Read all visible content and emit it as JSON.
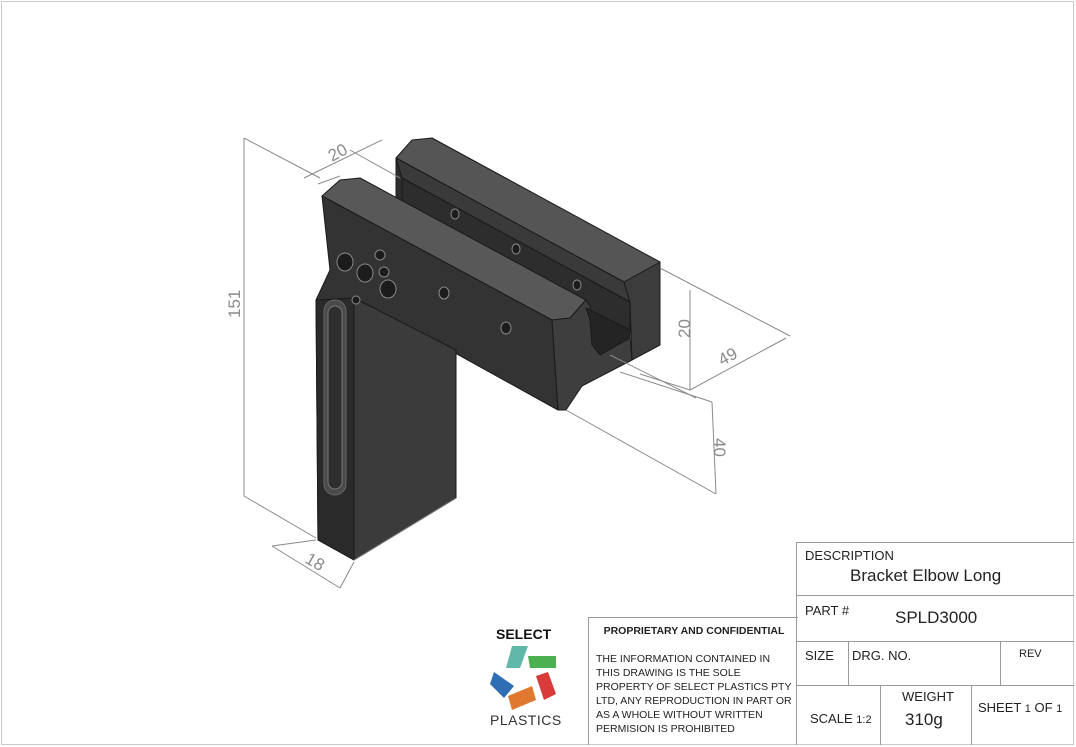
{
  "dimensions": {
    "height_total": "151",
    "top_width": "20",
    "slot_depth": "20",
    "length": "49",
    "depth": "40",
    "thickness": "18"
  },
  "title_block": {
    "description_label": "DESCRIPTION",
    "description_value": "Bracket Elbow Long",
    "part_label": "PART #",
    "part_value": "SPLD3000",
    "size_label": "SIZE",
    "drg_no_label": "DRG. NO.",
    "rev_label": "REV",
    "scale_label": "SCALE",
    "scale_value": "1:2",
    "weight_label": "WEIGHT",
    "weight_value": "310g",
    "sheet_label": "SHEET",
    "sheet_num": "1",
    "sheet_of": "OF",
    "sheet_total": "1"
  },
  "confidential": {
    "title": "PROPRIETARY AND CONFIDENTIAL",
    "body": "THE INFORMATION CONTAINED IN THIS DRAWING IS THE SOLE PROPERTY OF SELECT PLASTICS PTY LTD, ANY  REPRODUCTION IN PART OR AS A WHOLE WITHOUT WRITTEN PERMISION IS PROHIBITED"
  },
  "logo": {
    "top": "SELECT",
    "bottom": "PLASTICS",
    "colors": [
      "#5fb8a8",
      "#4caf50",
      "#2f6db5",
      "#e0782f",
      "#d93a3a"
    ]
  }
}
